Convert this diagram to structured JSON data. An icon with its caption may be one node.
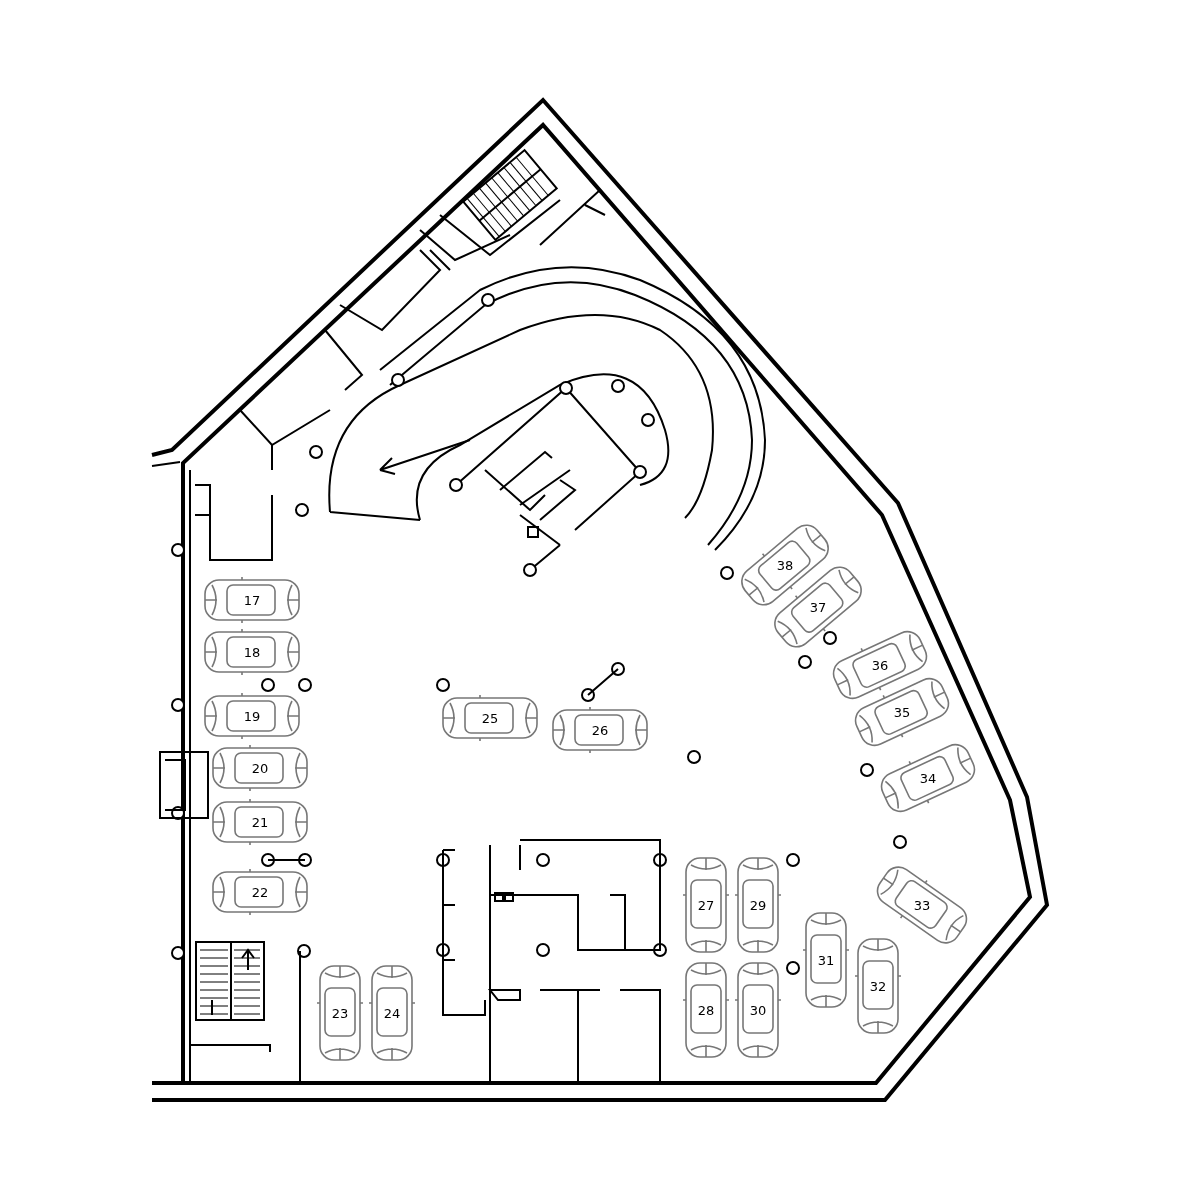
{
  "diagram": {
    "labels": [
      "17",
      "18",
      "19",
      "20",
      "21",
      "22",
      "23",
      "24",
      "25",
      "26",
      "27",
      "28",
      "29",
      "30",
      "31",
      "32",
      "33",
      "34",
      "35",
      "36",
      "37",
      "38"
    ]
  }
}
